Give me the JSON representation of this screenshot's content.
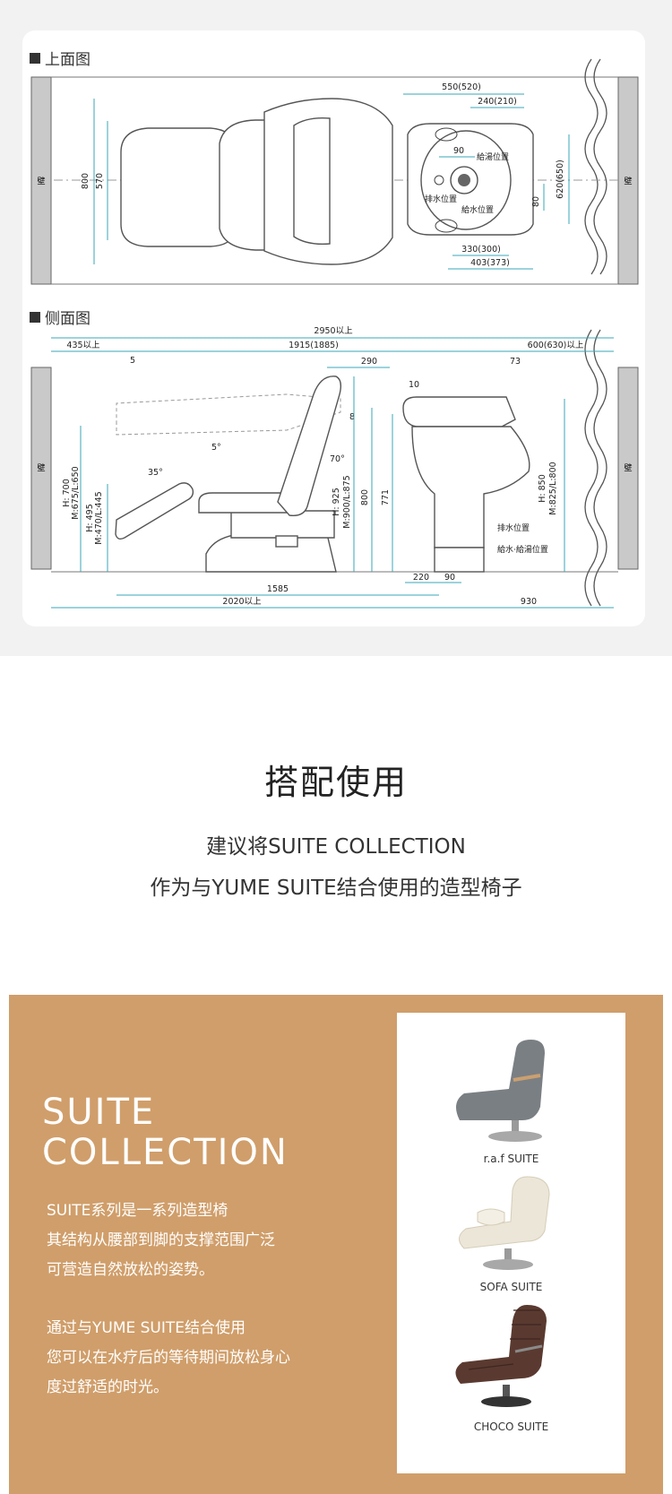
{
  "top_view": {
    "label": "上面图",
    "dims": {
      "d550": "550(520)",
      "d240": "240(210)",
      "d90": "90",
      "d620": "620(650)",
      "d800": "800",
      "d570": "570",
      "d80": "80",
      "d330": "330(300)",
      "d403": "403(373)"
    },
    "labels": {
      "wall": "壁",
      "hot_water": "給湯位置",
      "drain": "排水位置",
      "water": "給水位置"
    }
  },
  "side_view": {
    "label": "侧面图",
    "dims": {
      "d2950": "2950以上",
      "d435": "435以上",
      "d1915": "1915(1885)",
      "d600": "600(630)以上",
      "d5": "5",
      "d290": "290",
      "d73": "73",
      "d10": "10",
      "d5deg": "5°",
      "d70deg": "70°",
      "d8": "8",
      "d35deg": "35°",
      "h700": "H: 700",
      "h700b": "M:675/L:650",
      "h495": "H: 495",
      "h495b": "M:470/L:445",
      "h925": "H: 925",
      "h925b": "M:900/L:875",
      "d800": "800",
      "d771": "771",
      "h850": "H: 850",
      "h850b": "M:825/L:800",
      "d220": "220",
      "d90": "90",
      "d1585": "1585",
      "d2020": "2020以上",
      "d930": "930"
    },
    "labels": {
      "wall": "壁",
      "drain": "排水位置",
      "water_hot": "給水·給湯位置"
    }
  },
  "match": {
    "title": "搭配使用",
    "line1": "建议将SUITE COLLECTION",
    "line2": "作为与YUME SUITE结合使用的造型椅子"
  },
  "collection": {
    "title1": "SUITE",
    "title2": "COLLECTION",
    "para1": [
      "SUITE系列是一系列造型椅",
      "其结构从腰部到脚的支撑范围广泛",
      "可营造自然放松的姿势。"
    ],
    "para2": [
      "通过与YUME SUITE结合使用",
      "您可以在水疗后的等待期间放松身心",
      "度过舒适的时光。"
    ],
    "products": [
      {
        "name": "r.a.f SUITE",
        "color": "#7a7f84"
      },
      {
        "name": "SOFA SUITE",
        "color": "#ece6d8"
      },
      {
        "name": "CHOCO SUITE",
        "color": "#5a3a30"
      }
    ]
  },
  "colors": {
    "brown_panel": "#d09e6a",
    "dimension_line": "#3aa7b8",
    "wall_fill": "#c9c9c9"
  }
}
